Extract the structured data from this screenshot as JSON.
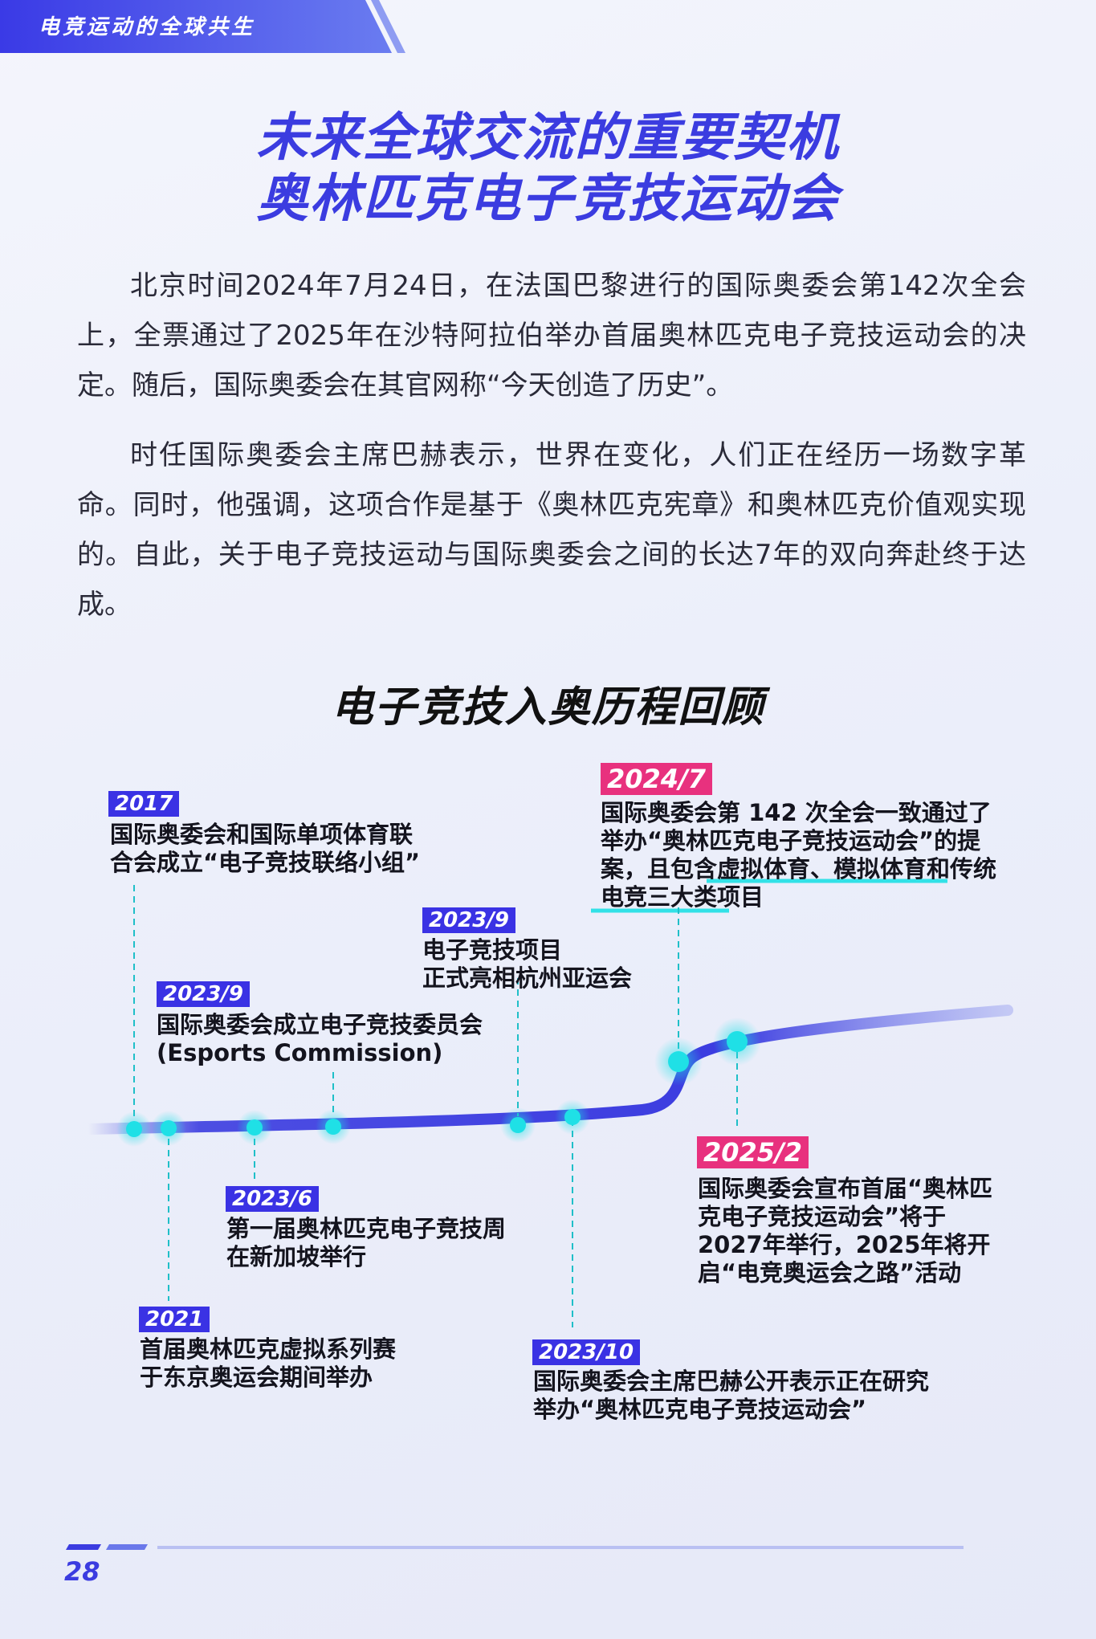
{
  "header": {
    "section_title": "电竞运动的全球共生"
  },
  "title": {
    "line1": "未来全球交流的重要契机",
    "line2": "奥林匹克电子竞技运动会"
  },
  "paragraphs": [
    "北京时间2024年7月24日，在法国巴黎进行的国际奥委会第142次全会上，全票通过了2025年在沙特阿拉伯举办首届奥林匹克电子竞技运动会的决定。随后，国际奥委会在其官网称“今天创造了历史”。",
    "时任国际奥委会主席巴赫表示，世界在变化，人们正在经历一场数字革命。同时，他强调，这项合作是基于《奥林匹克宪章》和奥林匹克价值观实现的。自此，关于电子竞技运动与国际奥委会之间的长达7年的双向奔赴终于达成。"
  ],
  "timeline": {
    "title": "电子竞技入奥历程回顾",
    "events": [
      {
        "date": "2017",
        "lines": [
          "国际奥委会和国际单项体育联",
          "合会成立“电子竞技联络小组”"
        ]
      },
      {
        "date": "2021",
        "lines": [
          "首届奥林匹克虚拟系列赛",
          "于东京奥运会期间举办"
        ]
      },
      {
        "date": "2023/6",
        "lines": [
          "第一届奥林匹克电子竞技周",
          "在新加坡举行"
        ]
      },
      {
        "date": "2023/9",
        "lines": [
          "国际奥委会成立电子竞技委员会",
          "(Esports Commission)"
        ]
      },
      {
        "date": "2023/9",
        "lines": [
          "电子竞技项目",
          "正式亮相杭州亚运会"
        ]
      },
      {
        "date": "2023/10",
        "lines": [
          "国际奥委会主席巴赫公开表示正在研究",
          "举办“奥林匹克电子竞技运动会”"
        ]
      },
      {
        "date": "2024/7",
        "lines": [
          "国际奥委会第 142 次全会一致通过了",
          "举办“奥林匹克电子竞技运动会”的提",
          "案，且包含虚拟体育、模拟体育和传统",
          "电竞三大类项目"
        ]
      },
      {
        "date": "2025/2",
        "lines": [
          "国际奥委会宣布首届“奥林匹",
          "克电子竞技运动会”将于",
          "2027年举行，2025年将开",
          "启“电竞奥运会之路”活动"
        ]
      }
    ]
  },
  "colors": {
    "accent_blue": "#3b3ce0",
    "tag_blue": "#3a32e4",
    "tag_pink": "#e8317e",
    "node_cyan": "#1fe0e6"
  },
  "footer": {
    "page_number": "28"
  }
}
